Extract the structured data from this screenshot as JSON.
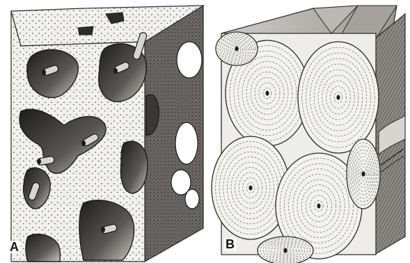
{
  "figure": {
    "panels": [
      {
        "label": "A",
        "subject": "spongy-bone-block-illustration"
      },
      {
        "label": "B",
        "subject": "compact-bone-osteon-block-illustration"
      }
    ]
  },
  "colors": {
    "background": "#ffffff",
    "ink": "#1a1a1a",
    "paper": "#f2f0ec",
    "shade_light": "#d8d5d0",
    "shade_mid": "#9a9792",
    "shade_dark": "#4a4845",
    "cavity": "#2e2c2a"
  }
}
